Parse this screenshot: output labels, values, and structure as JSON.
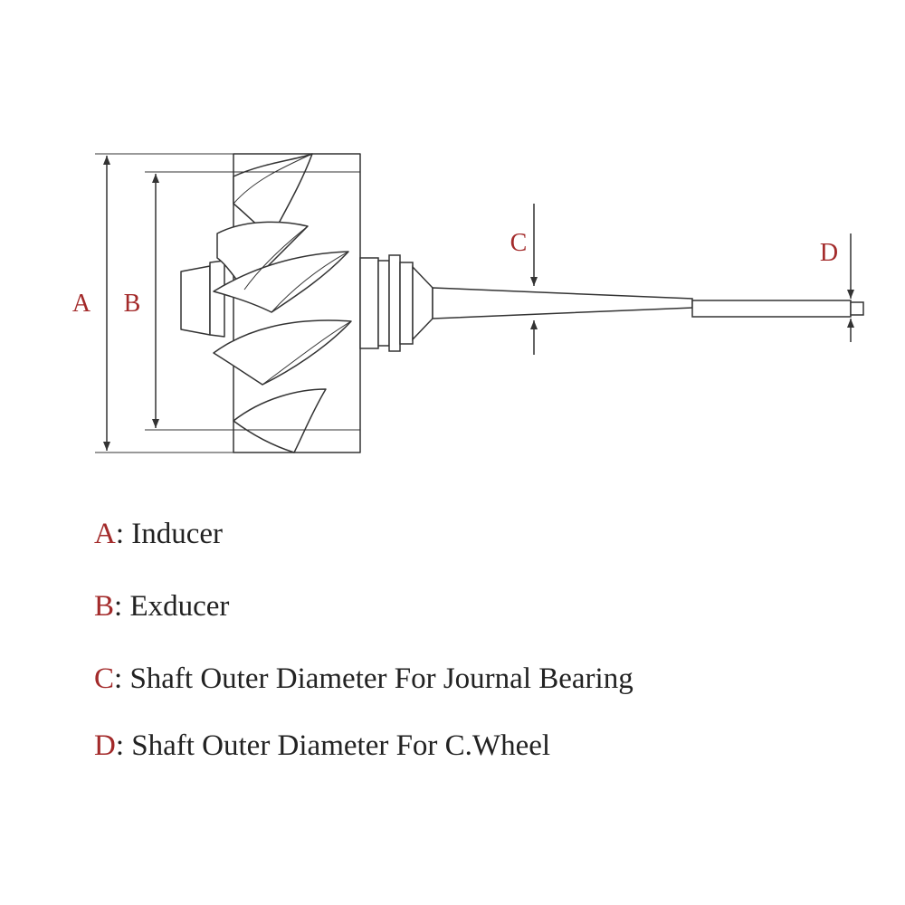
{
  "colors": {
    "line": "#333333",
    "label": "#a32a2a",
    "text": "#222222",
    "background": "#ffffff"
  },
  "labels": {
    "A": "A",
    "B": "B",
    "C": "C",
    "D": "D"
  },
  "legend": [
    {
      "key": "A",
      "sep": ":",
      "text": "Inducer"
    },
    {
      "key": "B",
      "sep": ":",
      "text": "Exducer"
    },
    {
      "key": "C",
      "sep": ":",
      "text": "Shaft Outer Diameter For Journal Bearing"
    },
    {
      "key": "D",
      "sep": ":",
      "text": "Shaft Outer Diameter For C.Wheel"
    }
  ]
}
